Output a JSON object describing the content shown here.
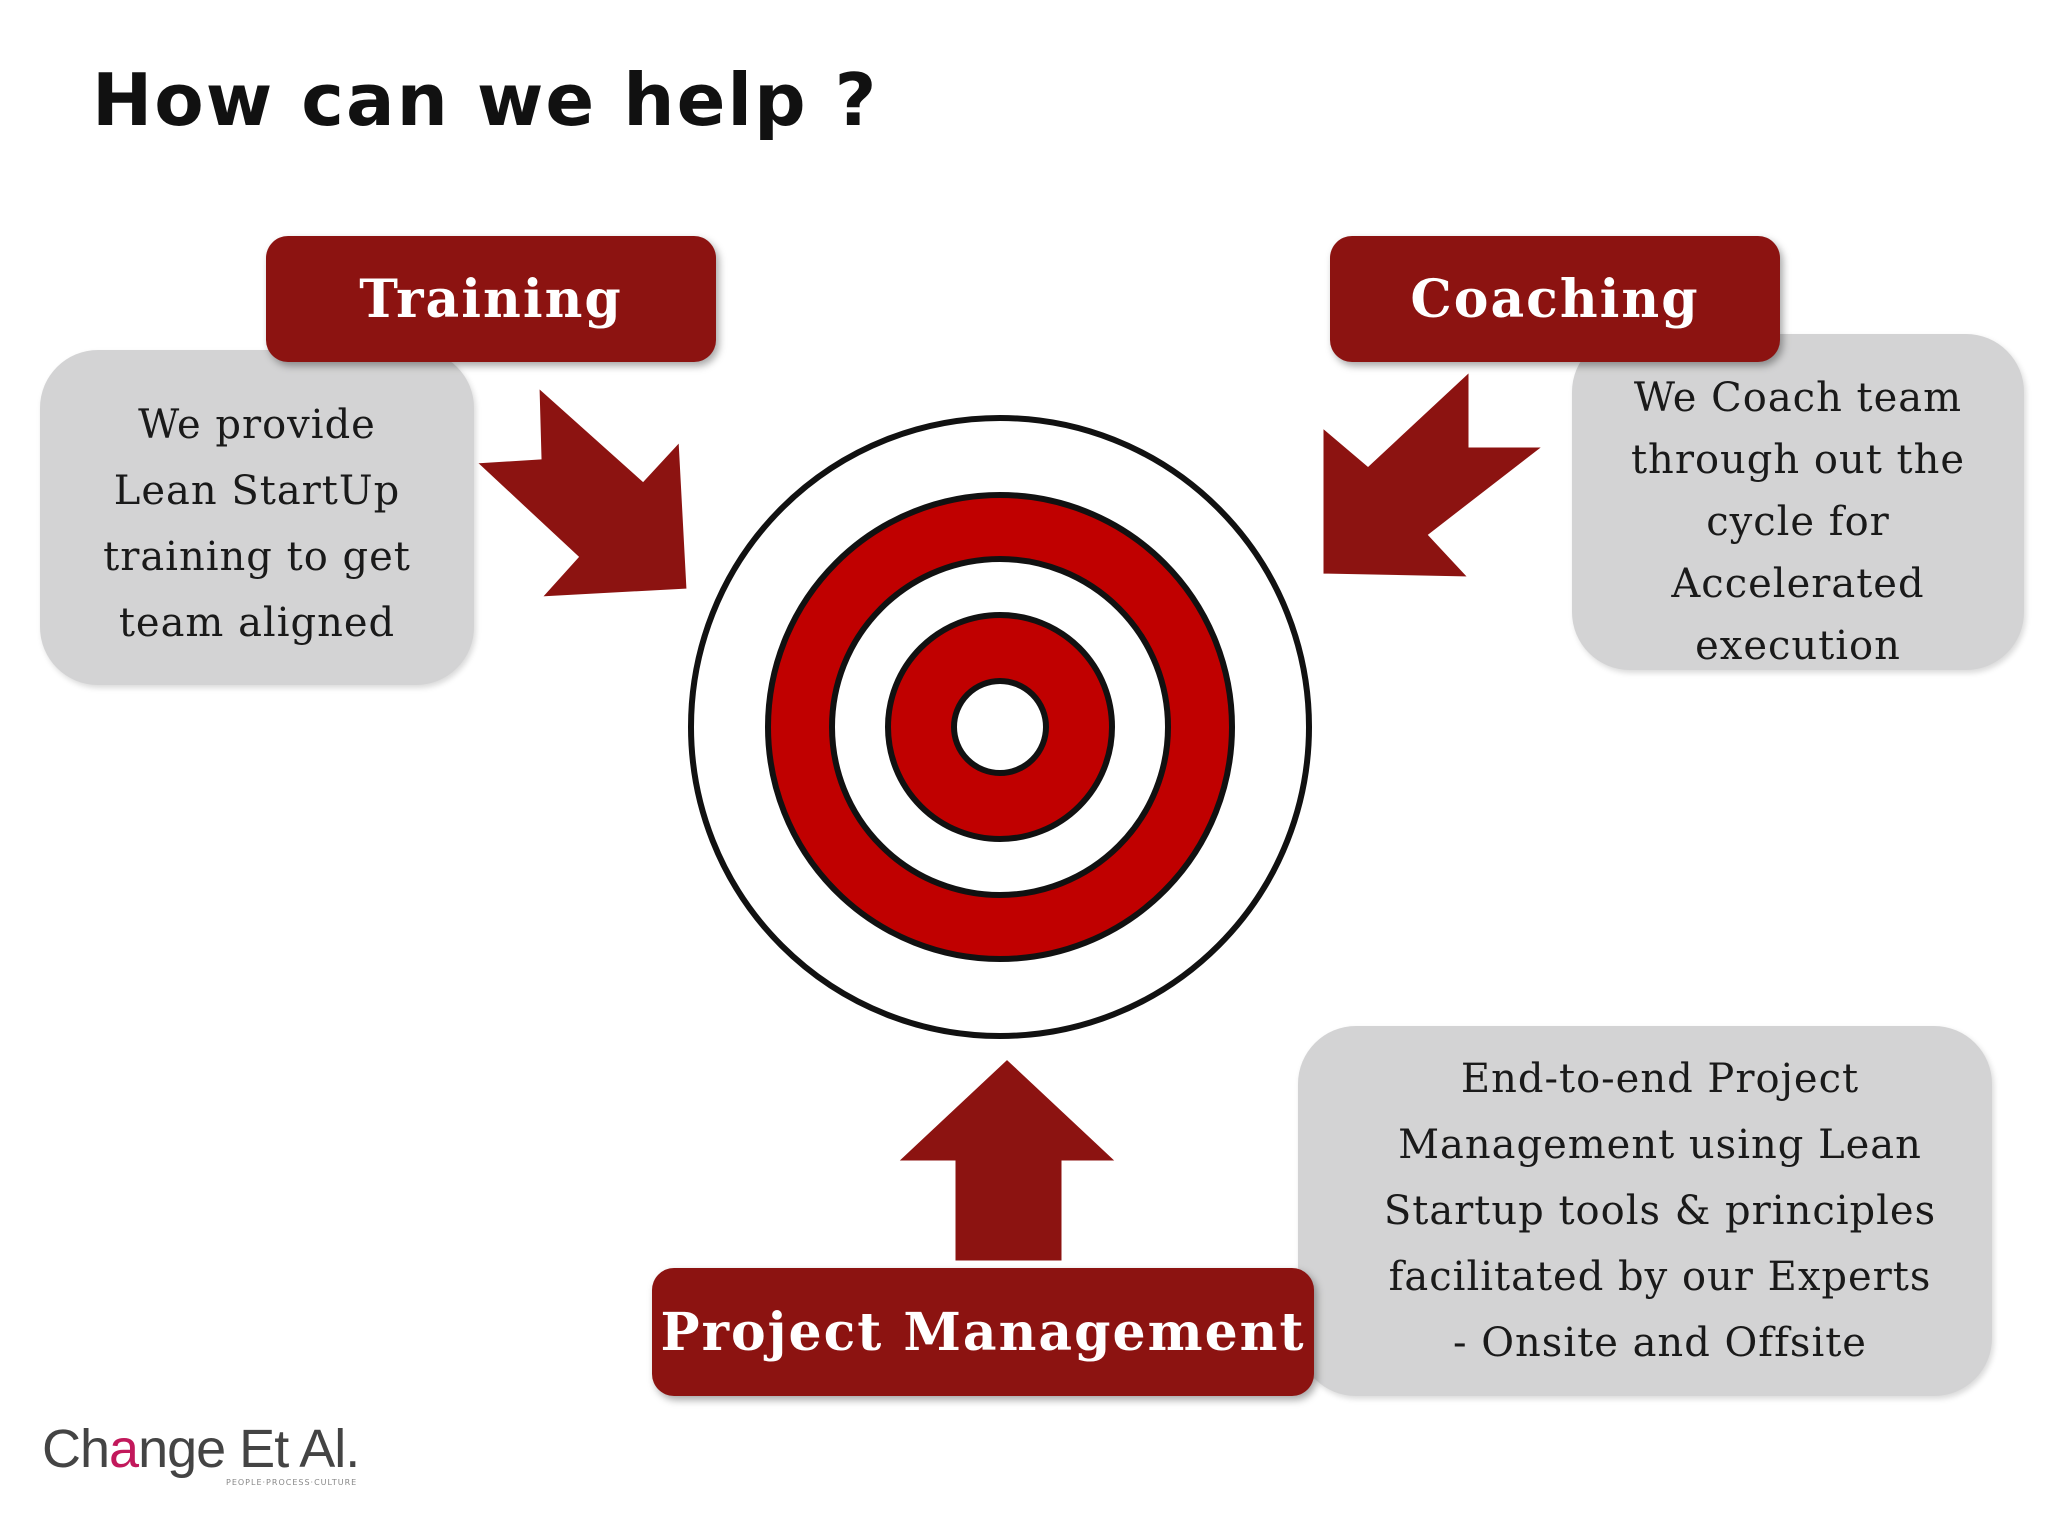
{
  "title": "How can we help ?",
  "nodes": {
    "training": {
      "label": "Training",
      "description": "We provide\nLean StartUp\ntraining to get\nteam aligned"
    },
    "coaching": {
      "label": "Coaching",
      "description": "We Coach team\nthrough out the\ncycle for\nAccelerated\nexecution"
    },
    "project_management": {
      "label": "Project Management",
      "description": "End-to-end Project\nManagement using Lean\nStartup tools & principles\nfacilitated by our Experts\n- Onsite and Offsite"
    }
  },
  "logo": {
    "text_before": "Ch",
    "text_accent": "a",
    "text_after": "nge Et Al.",
    "tagline": "PEOPLE·PROCESS·CULTURE"
  },
  "colors": {
    "accent_red": "#8c1311",
    "target_red": "#c00000",
    "bubble_gray": "#d3d3d4"
  }
}
